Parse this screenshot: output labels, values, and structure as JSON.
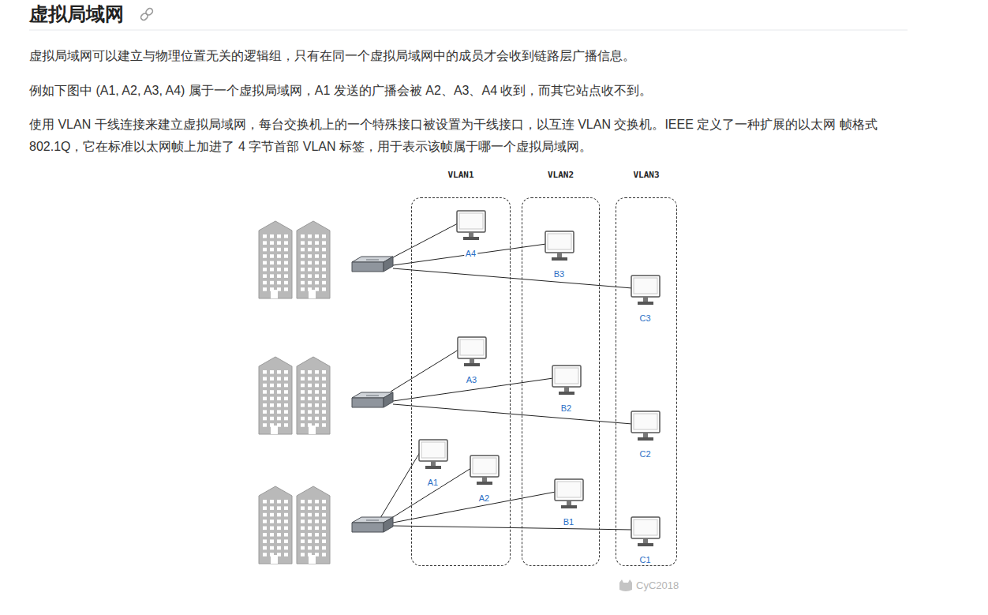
{
  "diagram": {
    "title": "虚拟局域网",
    "nodes": [
      {
        "text": [
          "VLAN1"
        ]
      },
      {
        "text": [
          "A4"
        ],
        "in": 0
      },
      {
        "text": [
          "A3"
        ],
        "in": 0
      },
      {
        "text": [
          "A1"
        ],
        "in": 0
      },
      {
        "text": [
          "A2"
        ],
        "in": 0
      },
      {
        "text": [
          "VLAN2"
        ]
      },
      {
        "text": [
          "B3"
        ],
        "in": 5
      },
      {
        "text": [
          "B2"
        ],
        "in": 5
      },
      {
        "text": [
          "B1"
        ],
        "in": 5
      },
      {
        "text": [
          "VLAN3"
        ]
      },
      {
        "text": [
          "C3"
        ],
        "in": 9
      },
      {
        "text": [
          "C2"
        ],
        "in": 9
      },
      {
        "text": [
          "C1"
        ],
        "in": 9
      }
    ],
    "labels": [
      "虚拟局域网可以建立与物理位置无关的逻辑组，只有在同一个虚拟局域网中的成员才会收到链路层广播信息。",
      "例如下图中 (A1, A2, A3, A4) 属于一个虚拟局域网，A1 发送的广播会被 A2、A3、A4 收到，而其它站点收不到。",
      "使用 VLAN 干线连接来建立虚拟局域网，每台交换机上的一个特殊接口被设置为干线接口，以互连 VLAN 交换机。IEEE 定义了一种扩展的以太网 帧格式 802.1Q，它在标准以太网帧上加进了 4 字节首部 VLAN 标签，用于表示该帧属于哪一个虚拟局域网。",
      "CyC2018"
    ]
  }
}
